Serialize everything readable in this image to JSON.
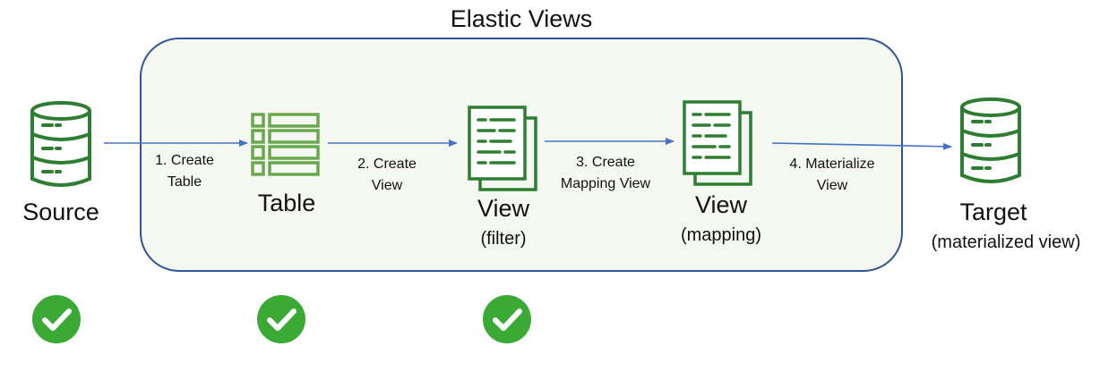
{
  "group": {
    "title": "Elastic Views"
  },
  "nodes": {
    "source": {
      "label": "Source",
      "icon": "database-icon"
    },
    "table": {
      "label": "Table",
      "icon": "table-icon"
    },
    "view_filter": {
      "label": "View",
      "sublabel": "(filter)",
      "icon": "document-stack-icon"
    },
    "view_mapping": {
      "label": "View",
      "sublabel": "(mapping)",
      "icon": "document-stack-icon"
    },
    "target": {
      "label": "Target",
      "sublabel": "(materialized view)",
      "icon": "database-icon"
    }
  },
  "steps": [
    {
      "line1": "1. Create",
      "line2": "Table"
    },
    {
      "line1": "2. Create",
      "line2": "View"
    },
    {
      "line1": "3. Create",
      "line2": "Mapping View"
    },
    {
      "line1": "4. Materialize",
      "line2": "View"
    }
  ],
  "completed": [
    "source",
    "table",
    "view_filter"
  ],
  "colors": {
    "icon": "#2e7d32",
    "table_icon": "#6aa84f",
    "arrow": "#4472c4",
    "box_border": "#2f5597",
    "box_fill": "#f5f8f1",
    "check": "#3aaa35"
  }
}
